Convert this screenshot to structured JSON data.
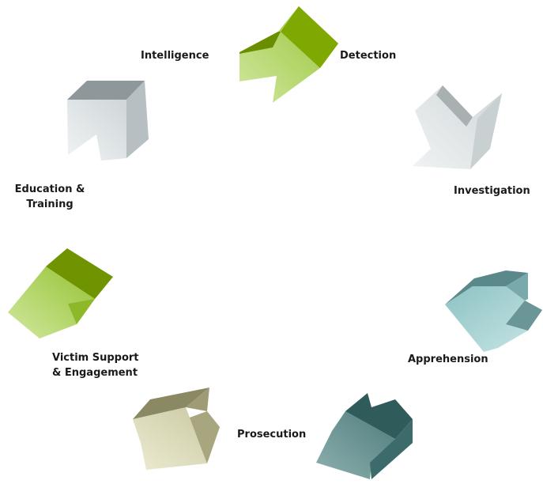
{
  "stages": [
    {
      "id": "intelligence",
      "lines": [
        "Intelligence"
      ],
      "color": "gray-light"
    },
    {
      "id": "detection",
      "lines": [
        "Detection"
      ],
      "color": "green"
    },
    {
      "id": "investigation",
      "lines": [
        "Investigation"
      ],
      "color": "gray-light"
    },
    {
      "id": "apprehension",
      "lines": [
        "Apprehension"
      ],
      "color": "teal"
    },
    {
      "id": "prosecution",
      "lines": [
        "Prosecution"
      ],
      "color": "dark-teal"
    },
    {
      "id": "victim-support",
      "lines": [
        "Victim Support",
        "& Engagement"
      ],
      "color": "khaki"
    },
    {
      "id": "education",
      "lines": [
        "Education &",
        "Training"
      ],
      "color": "green"
    }
  ],
  "palette": {
    "green": {
      "light": "#b8d878",
      "mid": "#8cb82a",
      "dark": "#6f9400"
    },
    "gray-light": {
      "light": "#e6ecee",
      "mid": "#bcc4c7",
      "dark": "#8e9799"
    },
    "teal": {
      "light": "#a8d3d4",
      "mid": "#6fa3a6",
      "dark": "#557d80"
    },
    "dark-teal": {
      "light": "#7fa5a5",
      "mid": "#3f6d6d",
      "dark": "#2c5555"
    },
    "khaki": {
      "light": "#e2e2c0",
      "mid": "#b5b38a",
      "dark": "#8a8964"
    }
  }
}
